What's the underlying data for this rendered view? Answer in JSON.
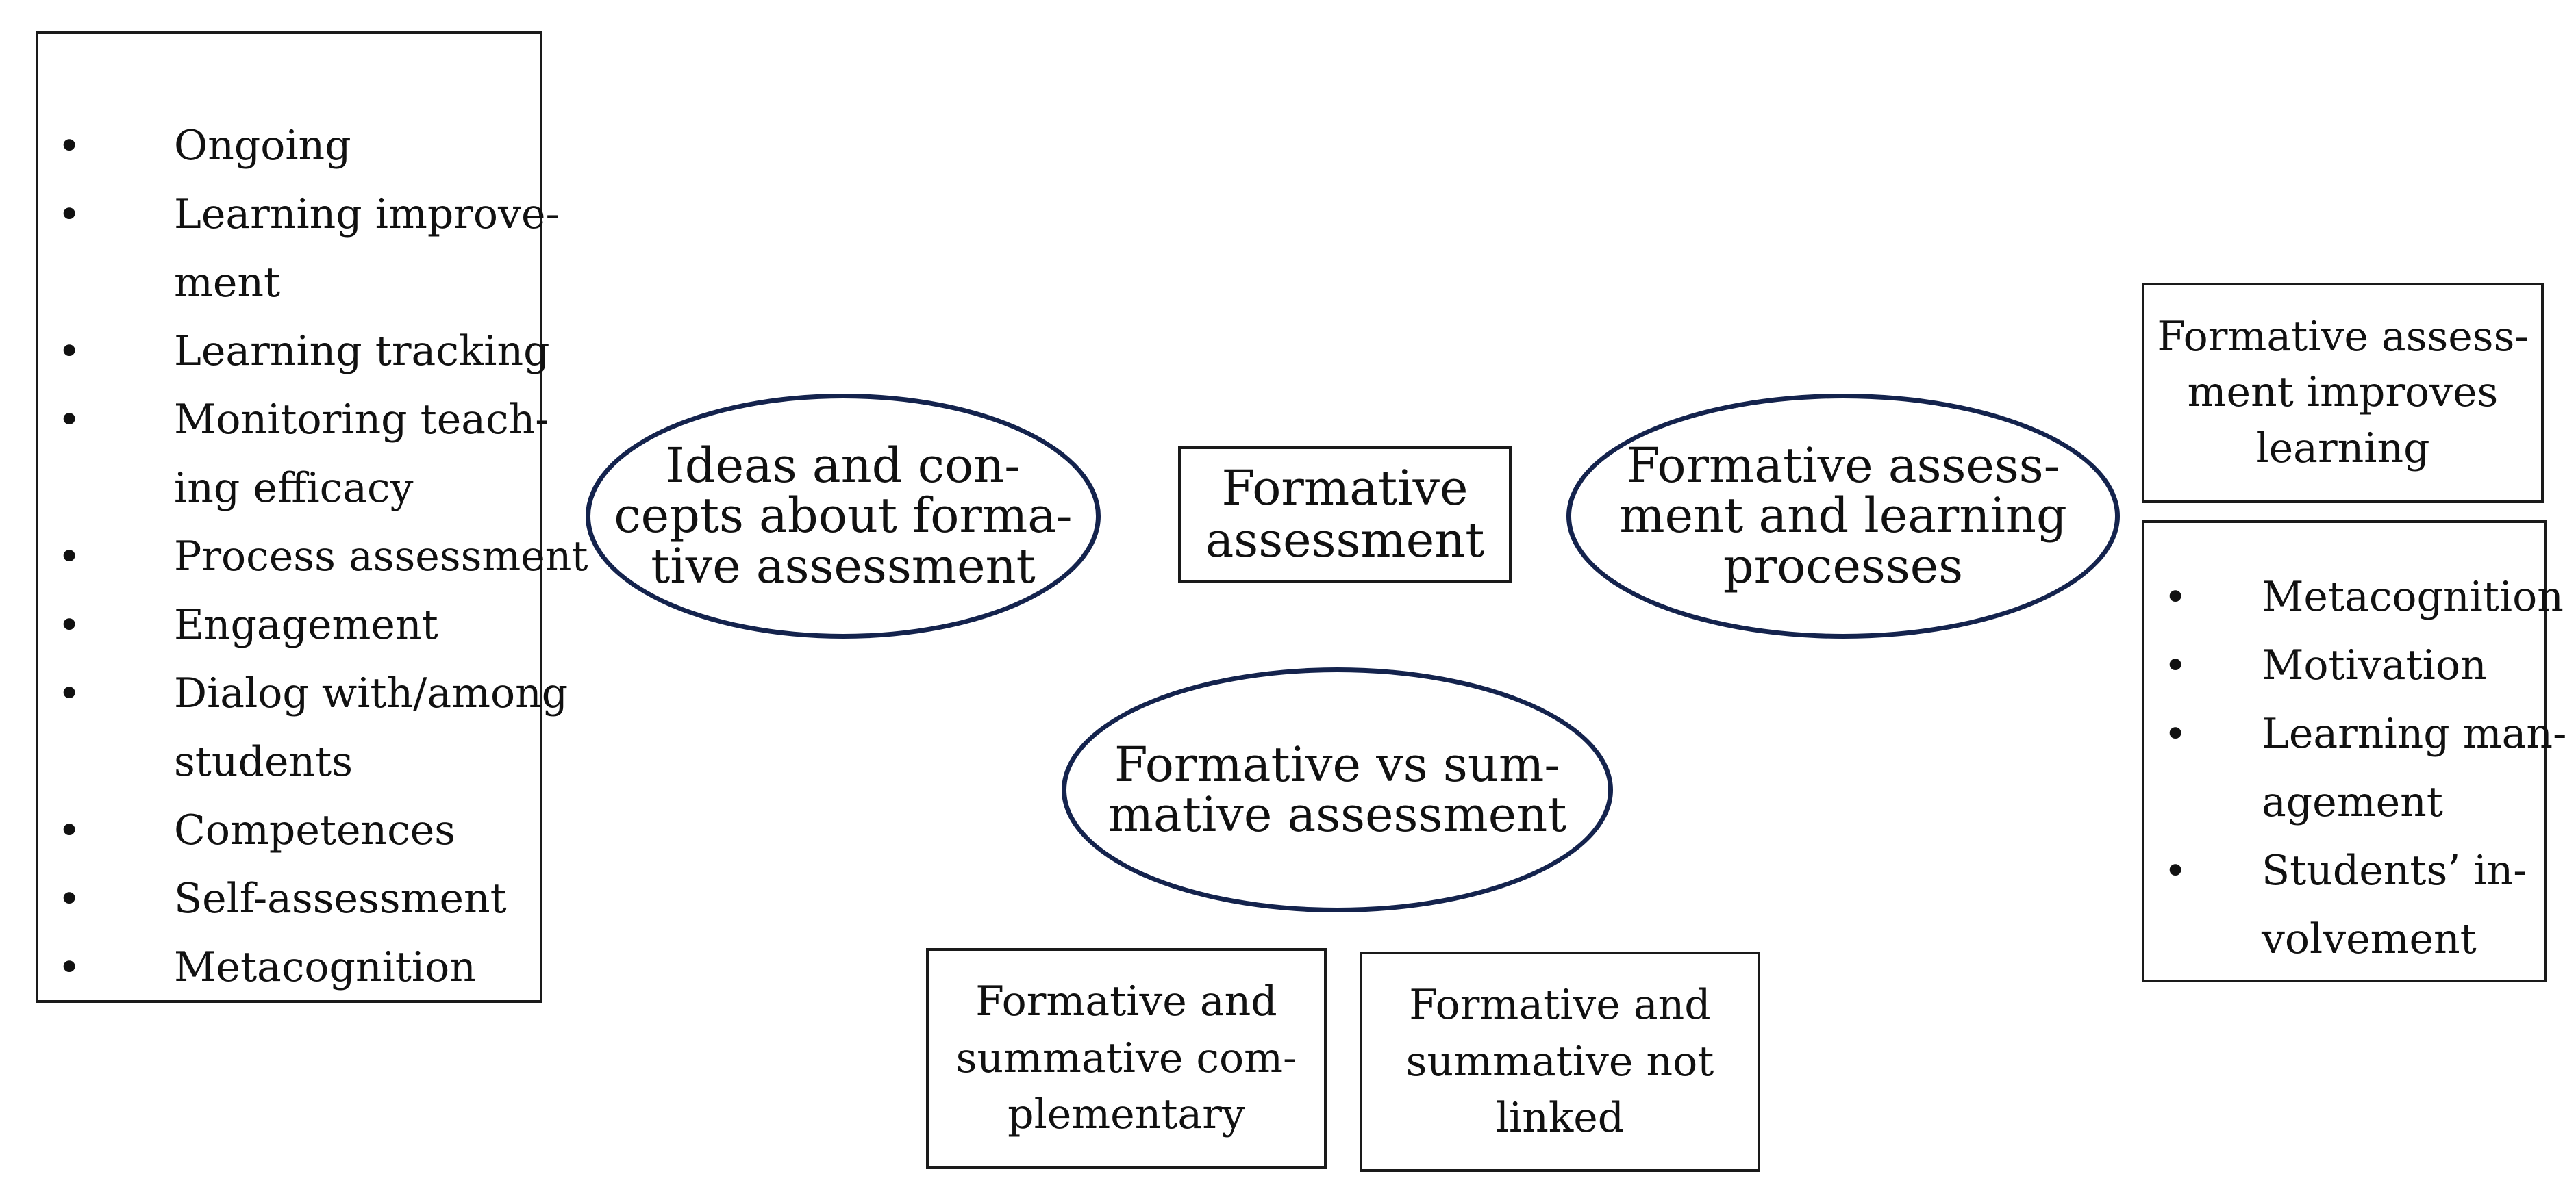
{
  "center_node": {
    "lines": [
      "Formative",
      "assessment"
    ]
  },
  "ellipses": {
    "ideas": {
      "lines": [
        "Ideas and con-",
        "cepts about forma-",
        "tive assessment"
      ]
    },
    "learning_processes": {
      "lines": [
        "Formative assess-",
        "ment and learning",
        "processes"
      ]
    },
    "vs_summative": {
      "lines": [
        "Formative vs sum-",
        "mative assessment"
      ]
    }
  },
  "left_list": {
    "bullet": "•",
    "items": [
      {
        "lines": [
          "Ongoing"
        ]
      },
      {
        "lines": [
          "Learning improve-",
          "ment"
        ]
      },
      {
        "lines": [
          "Learning tracking"
        ]
      },
      {
        "lines": [
          "Monitoring teach-",
          "ing efficacy"
        ]
      },
      {
        "lines": [
          "Process assessment"
        ]
      },
      {
        "lines": [
          "Engagement"
        ]
      },
      {
        "lines": [
          "Dialog with/among",
          "students"
        ]
      },
      {
        "lines": [
          "Competences"
        ]
      },
      {
        "lines": [
          "Self-assessment"
        ]
      },
      {
        "lines": [
          "Metacognition"
        ]
      }
    ]
  },
  "right_top_box": {
    "lines": [
      "Formative assess-",
      "ment improves",
      "learning"
    ]
  },
  "right_list": {
    "bullet": "•",
    "items": [
      {
        "lines": [
          "Metacognition"
        ]
      },
      {
        "lines": [
          "Motivation"
        ]
      },
      {
        "lines": [
          "Learning man-",
          "agement"
        ]
      },
      {
        "lines": [
          "Students’ in-",
          "volvement"
        ]
      }
    ]
  },
  "bottom_boxes": {
    "complementary": {
      "lines": [
        "Formative and",
        "summative com-",
        "plementary"
      ]
    },
    "not_linked": {
      "lines": [
        "Formative and",
        "summative not",
        "linked"
      ]
    }
  },
  "colors": {
    "ellipse_border": "#14234d",
    "box_border": "#1a1a1a",
    "text": "#111111"
  }
}
